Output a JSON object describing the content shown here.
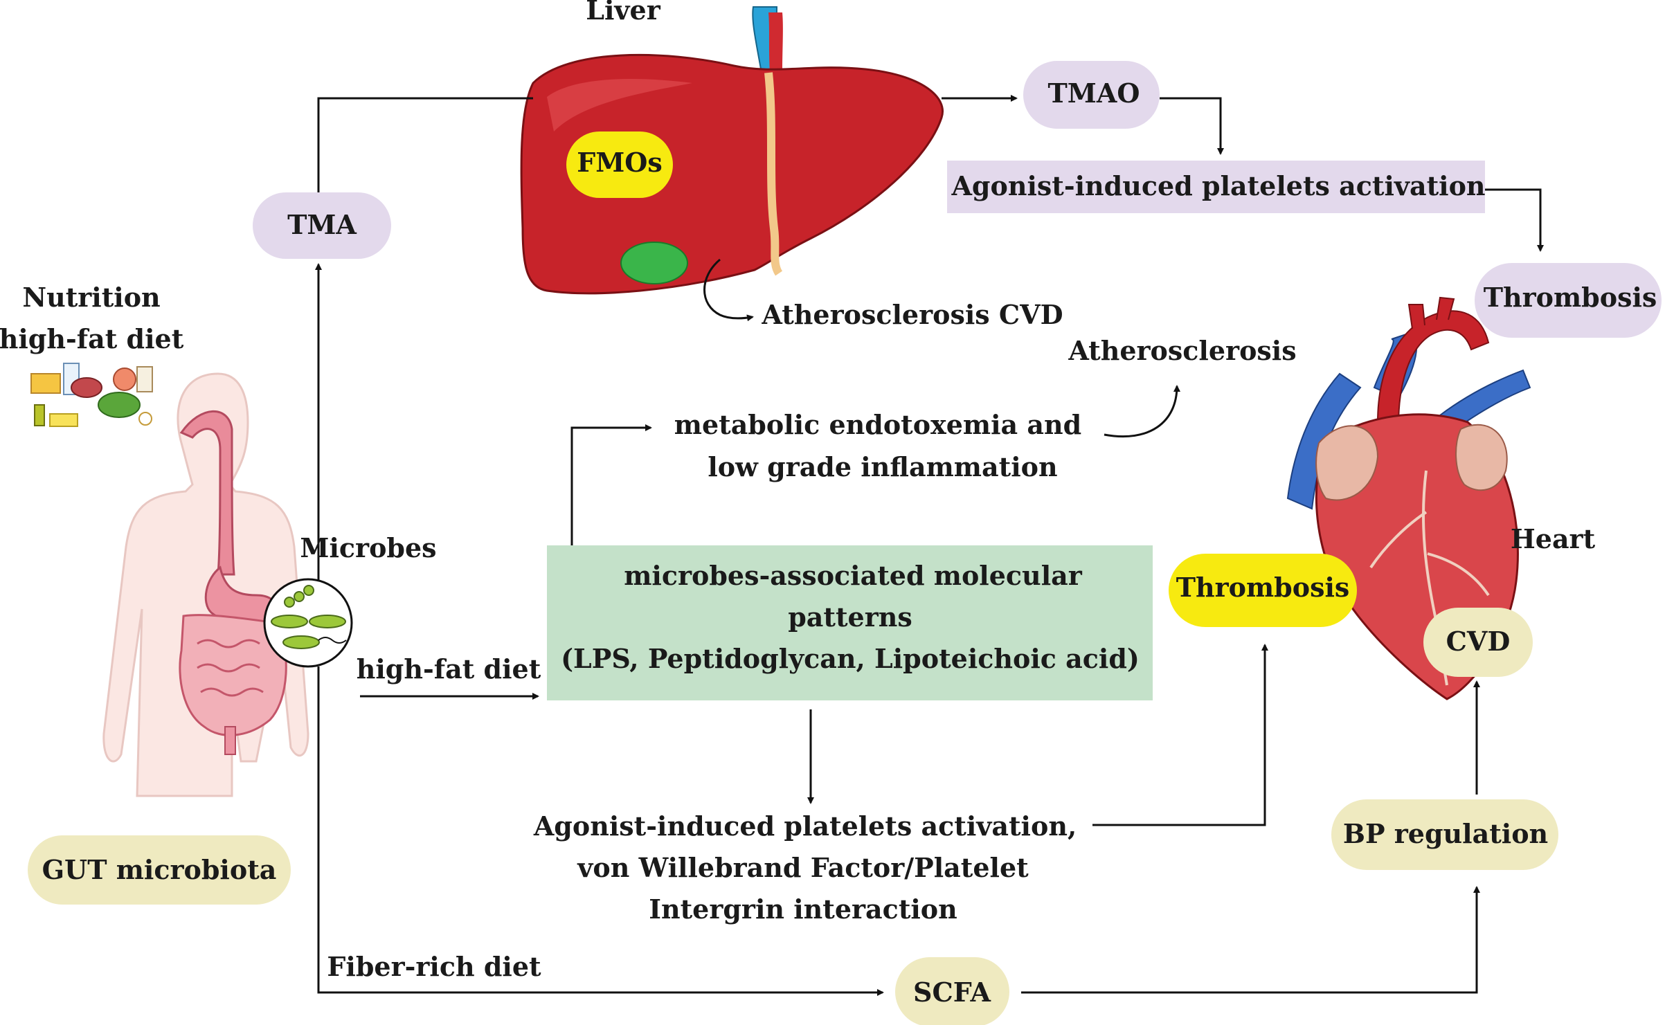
{
  "colors": {
    "lavender": "#e3d9ec",
    "cream": "#efeac0",
    "yellow": "#f7ea10",
    "mamp_green": "#c4e1c9",
    "liver_red": "#c7232a",
    "heart_red": "#d52f35",
    "vessel_blue": "#3b6ec7"
  },
  "labels": {
    "liver": "Liver",
    "fmos": "FMOs",
    "tma": "TMA",
    "tmao": "TMAO",
    "agonist_top": "Agonist-induced platelets activation",
    "thrombosis_top": "Thrombosis",
    "athero_cvd": "Atherosclerosis CVD",
    "atherosclerosis": "Atherosclerosis",
    "nutrition_l1": "Nutrition",
    "nutrition_l2": "high-fat diet",
    "microbes": "Microbes",
    "metabolic_l1": "metabolic endotoxemia and",
    "metabolic_l2": "low grade inflammation",
    "heart": "Heart",
    "mamp_l1": "microbes-associated molecular",
    "mamp_l2": "patterns",
    "mamp_l3": "(LPS, Peptidoglycan, Lipoteichoic acid)",
    "thrombosis_mid": "Thrombosis",
    "cvd": "CVD",
    "highfat": "high-fat diet",
    "agonist_bottom_l1": "Agonist-induced platelets activation,",
    "agonist_bottom_l2": "von Willebrand Factor/Platelet",
    "agonist_bottom_l3": "Intergrin interaction",
    "bp": "BP regulation",
    "gut": "GUT microbiota",
    "fiber": "Fiber-rich diet",
    "scfa": "SCFA"
  }
}
